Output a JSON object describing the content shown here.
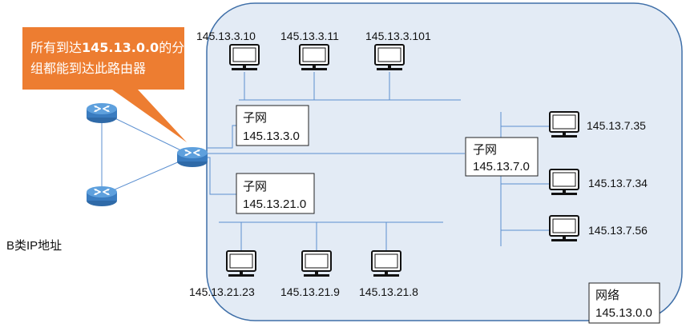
{
  "callout": {
    "line1_prefix": "所有到达",
    "line1_bold": "145.13.0.0",
    "line1_suffix": "的分",
    "line2": "组都能到达此路由器"
  },
  "left_label": "B类IP地址",
  "network_box": {
    "title": "网络",
    "address": "145.13.0.0"
  },
  "subnets": {
    "s3": {
      "title": "子网",
      "address": "145.13.3.0"
    },
    "s21": {
      "title": "子网",
      "address": "145.13.21.0"
    },
    "s7": {
      "title": "子网",
      "address": "145.13.7.0"
    }
  },
  "hosts": {
    "h3_10": "145.13.3.10",
    "h3_11": "145.13.3.11",
    "h3_101": "145.13.3.101",
    "h7_35": "145.13.7.35",
    "h7_34": "145.13.7.34",
    "h7_56": "145.13.7.56",
    "h21_23": "145.13.21.23",
    "h21_9": "145.13.21.9",
    "h21_8": "145.13.21.8"
  },
  "colors": {
    "network_fill": "#e3ebf5",
    "network_stroke": "#3f6fa8",
    "link": "#5b8fd0",
    "callout": "#ed7d31",
    "router": "#4f8fcf"
  }
}
